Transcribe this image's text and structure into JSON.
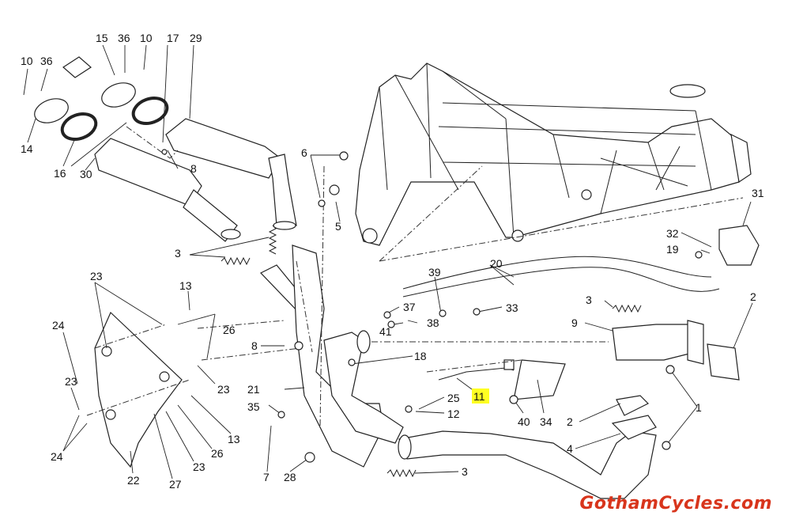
{
  "diagram": {
    "title": "Exhaust system and frame exploded parts diagram",
    "highlight_color": "#ffff22",
    "line_color": "#222222",
    "highlighted_part": "11",
    "callouts": [
      {
        "id": "c10a",
        "label": "10",
        "part": "bolt"
      },
      {
        "id": "c36a",
        "label": "36",
        "part": "washer"
      },
      {
        "id": "c15",
        "label": "15",
        "part": "muffler clamp"
      },
      {
        "id": "c36b",
        "label": "36",
        "part": "washer"
      },
      {
        "id": "c10b",
        "label": "10",
        "part": "bolt"
      },
      {
        "id": "c17",
        "label": "17",
        "part": "screw"
      },
      {
        "id": "c29",
        "label": "29",
        "part": "upper silencer"
      },
      {
        "id": "c14",
        "label": "14",
        "part": "clamp"
      },
      {
        "id": "c16",
        "label": "16",
        "part": "gaskets"
      },
      {
        "id": "c8a",
        "label": "8",
        "part": "nut"
      },
      {
        "id": "c30",
        "label": "30",
        "part": "lower silencer"
      },
      {
        "id": "c6",
        "label": "6",
        "part": "bushing"
      },
      {
        "id": "c5",
        "label": "5",
        "part": "rubber mount"
      },
      {
        "id": "c3a",
        "label": "3",
        "part": "springs"
      },
      {
        "id": "c23a",
        "label": "23",
        "part": "washer"
      },
      {
        "id": "c13a",
        "label": "13",
        "part": "clip"
      },
      {
        "id": "c24a",
        "label": "24",
        "part": "screw"
      },
      {
        "id": "c26a",
        "label": "26",
        "part": "spacer"
      },
      {
        "id": "c23b",
        "label": "23",
        "part": "washer"
      },
      {
        "id": "c23c",
        "label": "23",
        "part": "washer"
      },
      {
        "id": "c24b",
        "label": "24",
        "part": "screws"
      },
      {
        "id": "c22",
        "label": "22",
        "part": "heat guard"
      },
      {
        "id": "c27",
        "label": "27",
        "part": "washer"
      },
      {
        "id": "c23d",
        "label": "23",
        "part": "washer"
      },
      {
        "id": "c26b",
        "label": "26",
        "part": "spacer"
      },
      {
        "id": "c13b",
        "label": "13",
        "part": "clip"
      },
      {
        "id": "c8b",
        "label": "8",
        "part": "nut"
      },
      {
        "id": "c21",
        "label": "21",
        "part": "rear header pipe"
      },
      {
        "id": "c35",
        "label": "35",
        "part": "washer"
      },
      {
        "id": "c7",
        "label": "7",
        "part": "bolt"
      },
      {
        "id": "c28",
        "label": "28",
        "part": "nut"
      },
      {
        "id": "c20",
        "label": "20",
        "part": "brake lines"
      },
      {
        "id": "c39",
        "label": "39",
        "part": "screw"
      },
      {
        "id": "c37",
        "label": "37",
        "part": "washer"
      },
      {
        "id": "c41",
        "label": "41",
        "part": "nut"
      },
      {
        "id": "c38",
        "label": "38",
        "part": "screw"
      },
      {
        "id": "c33",
        "label": "33",
        "part": "spacer"
      },
      {
        "id": "c18",
        "label": "18",
        "part": "nut"
      },
      {
        "id": "c11",
        "label": "11",
        "part": "lambda sensor"
      },
      {
        "id": "c25",
        "label": "25",
        "part": "plug"
      },
      {
        "id": "c12",
        "label": "12",
        "part": "seal"
      },
      {
        "id": "c3b",
        "label": "3",
        "part": "spring"
      },
      {
        "id": "c31",
        "label": "31",
        "part": "brake caliper"
      },
      {
        "id": "c32",
        "label": "32",
        "part": "washer"
      },
      {
        "id": "c19",
        "label": "19",
        "part": "screw"
      },
      {
        "id": "c3c",
        "label": "3",
        "part": "spring"
      },
      {
        "id": "c9",
        "label": "9",
        "part": "front header pipe"
      },
      {
        "id": "c2a",
        "label": "2",
        "part": "gasket"
      },
      {
        "id": "c34",
        "label": "34",
        "part": "heat shield"
      },
      {
        "id": "c40",
        "label": "40",
        "part": "nut"
      },
      {
        "id": "c2b",
        "label": "2",
        "part": "gasket"
      },
      {
        "id": "c1",
        "label": "1",
        "part": "nuts"
      },
      {
        "id": "c4",
        "label": "4",
        "part": "exhaust pipe"
      }
    ]
  },
  "brand": {
    "text": "GothamCycles.com",
    "color": "#d8351c"
  }
}
